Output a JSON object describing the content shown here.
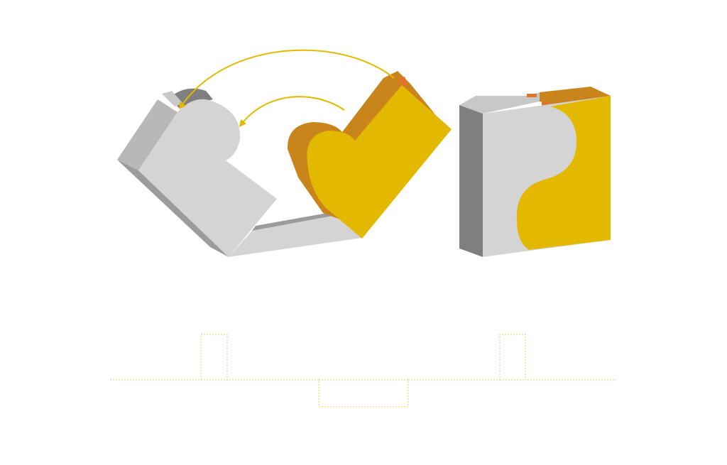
{
  "colors": {
    "background": "#ffffff",
    "gray_face": "#d4d4d4",
    "gray_side": "#9c9c9c",
    "gray_dark": "#7f7f7f",
    "gray_top": "#b8b8b8",
    "yellow_face": "#e3b900",
    "yellow_side": "#c9851c",
    "orange_accent": "#e0742a",
    "arrow": "#e3b900",
    "outline": "#f0cc55"
  },
  "diagram": {
    "left_assembly": {
      "gray_heart_piece": "gray-heart-block",
      "yellow_heart_piece": "yellow-heart-block",
      "connector": "hinge-bar"
    },
    "right_assembly": {
      "folded_block": "folded-square-block"
    },
    "arrows": [
      "fold-arrow-outer",
      "fold-arrow-inner"
    ],
    "profile_outline": "cut-profile-line"
  }
}
